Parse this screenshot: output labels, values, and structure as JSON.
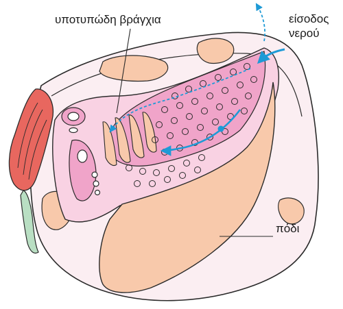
{
  "labels": {
    "gills": "υποτυπώδη βράγχια",
    "water_line1": "είσοδος",
    "water_line2": "νερού",
    "foot": "πόδι"
  },
  "colors": {
    "shell_fill": "#fbeef2",
    "body_fill": "#f9d2e3",
    "organ_fill": "#f0a4c9",
    "organ_dark": "#e77fb4",
    "foot_fill": "#f8c9ab",
    "muscle_fill": "#e8675f",
    "siphon_fill": "#b9dfc3",
    "water_arrow": "#1e9ad6",
    "outline": "#2a2a2a"
  }
}
